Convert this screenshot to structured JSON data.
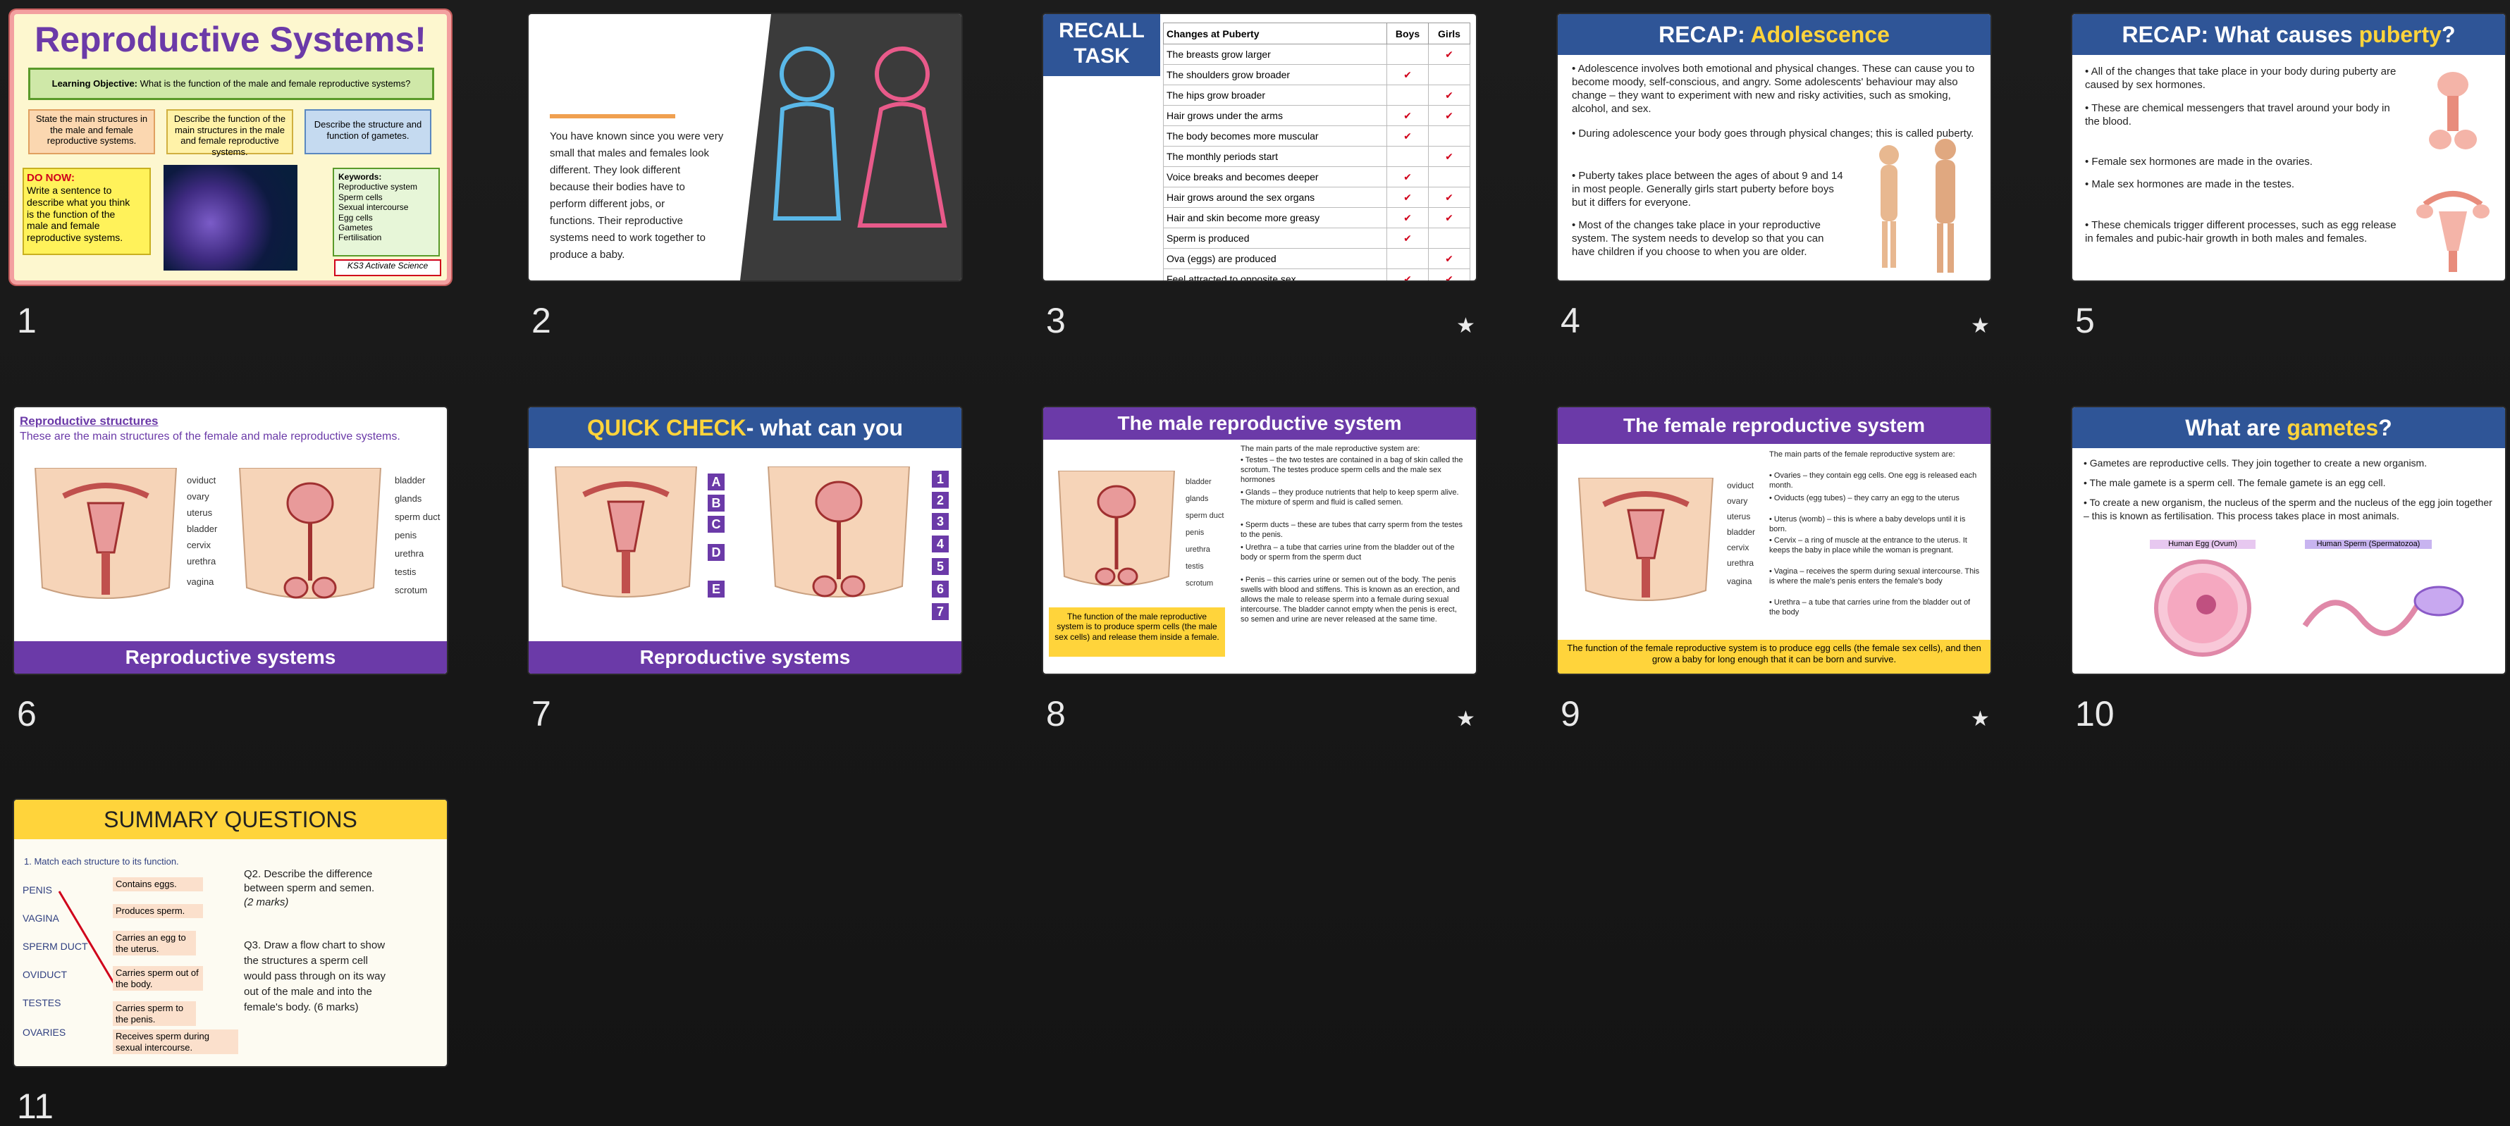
{
  "colors": {
    "background": "#161616",
    "purple": "#6b3aa8",
    "blue_header": "#2f5597",
    "yellow_accent": "#ffd43b",
    "red_text": "#d0021b",
    "selected_outline": "#f3a0a0"
  },
  "slides": [
    {
      "number": "1",
      "title": "Reproductive Systems!",
      "objective_label": "Learning Objective:",
      "objective": "What is the function of the male and female reproductive systems?",
      "outcomes": [
        "State the main structures in the male and female reproductive systems.",
        "Describe the function of the main structures in the male and female reproductive systems.",
        "Describe the structure and function of gametes."
      ],
      "do_now_title": "DO NOW:",
      "do_now_lines": [
        "Write a sentence to",
        "describe what you think",
        "is the function of the",
        "male and female",
        "reproductive systems."
      ],
      "keywords_title": "Keywords:",
      "keywords": [
        "Reproductive system",
        "Sperm cells",
        "Sexual intercourse",
        "Egg cells",
        "Gametes",
        "Fertilisation"
      ],
      "footer_tag": "KS3 Activate Science"
    },
    {
      "number": "2",
      "lines": [
        "You have known since you were very",
        "small that males and females look",
        "different. They look different",
        "because their bodies have to",
        "perform different jobs, or",
        "functions. Their reproductive",
        "systems need to work together to",
        "produce a baby."
      ]
    },
    {
      "number": "3",
      "title_lines": [
        "RECALL",
        "TASK"
      ],
      "table_headers": [
        "Changes at Puberty",
        "Boys",
        "Girls"
      ],
      "rows": [
        {
          "change": "The breasts grow larger",
          "boys": "",
          "girls": "✔"
        },
        {
          "change": "The shoulders grow broader",
          "boys": "✔",
          "girls": ""
        },
        {
          "change": "The hips grow broader",
          "boys": "",
          "girls": "✔"
        },
        {
          "change": "Hair grows under the arms",
          "boys": "✔",
          "girls": "✔"
        },
        {
          "change": "The body becomes more muscular",
          "boys": "✔",
          "girls": ""
        },
        {
          "change": "The monthly periods start",
          "boys": "",
          "girls": "✔"
        },
        {
          "change": "Voice breaks and becomes deeper",
          "boys": "✔",
          "girls": ""
        },
        {
          "change": "Hair grows around the sex organs",
          "boys": "✔",
          "girls": "✔"
        },
        {
          "change": "Hair and skin become more greasy",
          "boys": "✔",
          "girls": "✔"
        },
        {
          "change": "Sperm is produced",
          "boys": "✔",
          "girls": ""
        },
        {
          "change": "Ova (eggs) are produced",
          "boys": "",
          "girls": "✔"
        },
        {
          "change": "Feel attracted to opposite sex",
          "boys": "✔",
          "girls": "✔"
        }
      ],
      "star": "★"
    },
    {
      "number": "4",
      "title_prefix": "RECAP: ",
      "title_highlight": "Adolescence",
      "bullets": [
        "• Adolescence involves both emotional and physical changes. These can cause you to become moody, self-conscious, and angry. Some adolescents' behaviour may also change – they want to experiment with new and risky activities, such as smoking, alcohol, and sex.",
        "• During adolescence your body goes through physical changes; this is called puberty.",
        "• Puberty takes place between the ages of about 9 and 14 in most people. Generally girls start puberty before boys but it differs for everyone.",
        "• Most of the changes take place in your reproductive system. The system needs to develop so that you can have children if you choose to when you are older."
      ],
      "star": "★"
    },
    {
      "number": "5",
      "title_prefix": "RECAP: What causes ",
      "title_highlight": "puberty",
      "title_suffix": "?",
      "bullets": [
        "• All of the changes that take place in your body during puberty are caused by sex hormones.",
        "• These are chemical messengers that travel around your body in the blood.",
        "• Female sex hormones are made in the ovaries.",
        "• Male sex hormones are made in the testes.",
        "• These chemicals trigger different processes, such as egg release in females and pubic-hair growth in both males and females."
      ]
    },
    {
      "number": "6",
      "heading": "Reproductive structures",
      "intro": "These are the main structures of the female and male reproductive systems.",
      "female_labels": [
        "oviduct",
        "ovary",
        "uterus",
        "bladder",
        "cervix",
        "urethra",
        "vagina"
      ],
      "male_labels": [
        "bladder",
        "glands",
        "sperm duct",
        "penis",
        "urethra",
        "testis",
        "scrotum"
      ],
      "footer": "Reproductive systems"
    },
    {
      "number": "7",
      "title_prefix": "QUICK CHECK",
      "title_suffix": "- what can you remember?",
      "female_letters": [
        "A",
        "B",
        "C",
        "D",
        "E"
      ],
      "male_numbers": [
        "1",
        "2",
        "3",
        "4",
        "5",
        "6",
        "7"
      ],
      "footer": "Reproductive systems"
    },
    {
      "number": "8",
      "title": "The male reproductive system",
      "intro": "The main parts of the male reproductive system are:",
      "bullets": [
        "• Testes – the two testes are contained in a bag of skin called the scrotum. The testes produce sperm cells and the male sex hormones",
        "• Glands – they produce nutrients that help to keep sperm alive. The mixture of sperm and fluid is called semen.",
        "• Sperm ducts – these are tubes that carry sperm from the testes to the penis.",
        "• Urethra – a tube that carries urine from the bladder out of the body or sperm from the sperm duct",
        "• Penis – this carries urine or semen out of the body. The penis swells with blood and stiffens. This is known as an erection, and allows the male to release sperm into a female during sexual intercourse. The bladder cannot empty when the penis is erect, so semen and urine are never released at the same time."
      ],
      "labels": [
        "bladder",
        "glands",
        "sperm duct",
        "penis",
        "urethra",
        "testis",
        "scrotum"
      ],
      "function_box": "The function of the male reproductive system is to produce sperm cells (the male sex cells) and release them inside a female.",
      "star": "★"
    },
    {
      "number": "9",
      "title": "The female reproductive system",
      "intro": "The main parts of the female reproductive system are:",
      "bullets": [
        "• Ovaries – they contain egg cells. One egg is released each month.",
        "• Oviducts (egg tubes) – they carry an egg to the uterus",
        "• Uterus (womb) – this is where a baby develops until it is born.",
        "• Cervix – a ring of muscle at the entrance to the uterus. It keeps the baby in place while the woman is pregnant.",
        "• Vagina – receives the sperm during sexual intercourse. This is where the male's penis enters the female's body",
        "• Urethra – a tube that carries urine from the bladder out of the body"
      ],
      "labels": [
        "oviduct",
        "ovary",
        "uterus",
        "bladder",
        "cervix",
        "urethra",
        "vagina"
      ],
      "function_box": "The function of the female reproductive system is to produce egg cells (the female sex cells), and then grow a baby for long enough that it can be born and survive.",
      "star": "★"
    },
    {
      "number": "10",
      "title_prefix": "What are ",
      "title_highlight": "gametes",
      "title_suffix": "?",
      "bullets": [
        "• Gametes are reproductive cells. They join together to create a new organism.",
        "• The male gamete is a sperm cell. The female gamete is an egg cell.",
        "• To create a new organism, the nucleus of the sperm and the nucleus of the egg join together – this is known as fertilisation. This process takes place in most animals."
      ],
      "egg_caption": "Human Egg (Ovum)",
      "sperm_caption": "Human Sperm (Spermatozoa)"
    },
    {
      "number": "11",
      "title": "SUMMARY QUESTIONS",
      "q1": "1.   Match each structure to its function.",
      "structures": [
        "PENIS",
        "VAGINA",
        "SPERM DUCT",
        "OVIDUCT",
        "TESTES",
        "OVARIES"
      ],
      "functions": [
        "Contains eggs.",
        "Produces sperm.",
        "Carries an egg to the uterus.",
        "Carries sperm out of the body.",
        "Carries sperm to the penis.",
        "Receives sperm during sexual intercourse."
      ],
      "q2_lines": [
        "Q2. Describe the difference",
        "between sperm and semen.",
        "(2 marks)"
      ],
      "q3_lines": [
        "Q3. Draw a flow chart to show",
        "the structures a sperm cell",
        "would pass through on its way",
        "out of the male and into the",
        "female's body. (6 marks)"
      ]
    }
  ]
}
